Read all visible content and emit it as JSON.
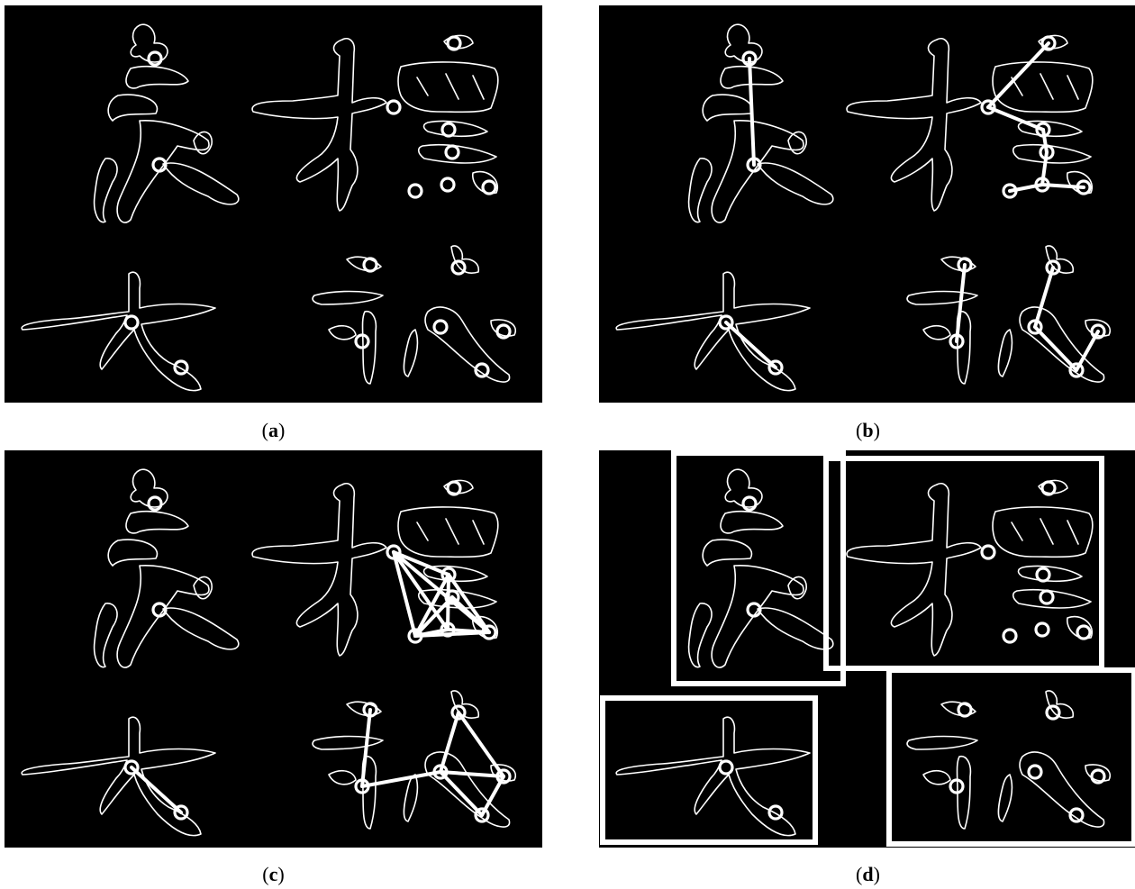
{
  "figure": {
    "panels": [
      {
        "id": "a",
        "caption_label": "a"
      },
      {
        "id": "b",
        "caption_label": "b"
      },
      {
        "id": "c",
        "caption_label": "c"
      },
      {
        "id": "d",
        "caption_label": "d"
      }
    ]
  },
  "colors": {
    "background": "#000000",
    "stroke": "#ffffff",
    "page": "#ffffff"
  },
  "characters": [
    "象",
    "標",
    "大",
    "花"
  ]
}
